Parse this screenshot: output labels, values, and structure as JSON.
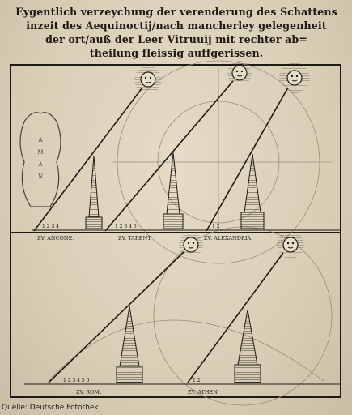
{
  "heading": {
    "lines": [
      "Eygentlich verzeychung der verenderung des Schattens",
      "inzeit des Aequinoctij/nach mancherley gelegenheit",
      "der ort/auß der Leer Vitruuij mit rechter ab=",
      "theilung fleissig auffgerissen."
    ]
  },
  "locations": {
    "ancona": "ZV. ANCONE.",
    "tarent": "ZV. TARENT.",
    "alexandria": "ZV. ALEXANDRIA.",
    "rom": "ZV. ROM.",
    "athen": "ZV. ATHEN."
  },
  "scale_marks": {
    "ancona": "1 2 3 4",
    "tarent": "1 2 3 4 5",
    "alexandria": "1 2",
    "rom": "1 2 3 4 5 6",
    "athen": "1 2"
  },
  "credit": "Quelle: Deutsche Fotothek",
  "colors": {
    "ink": "#1e1a14",
    "paper": "#e2d8c2",
    "faint_lines": "#9a8e78"
  }
}
